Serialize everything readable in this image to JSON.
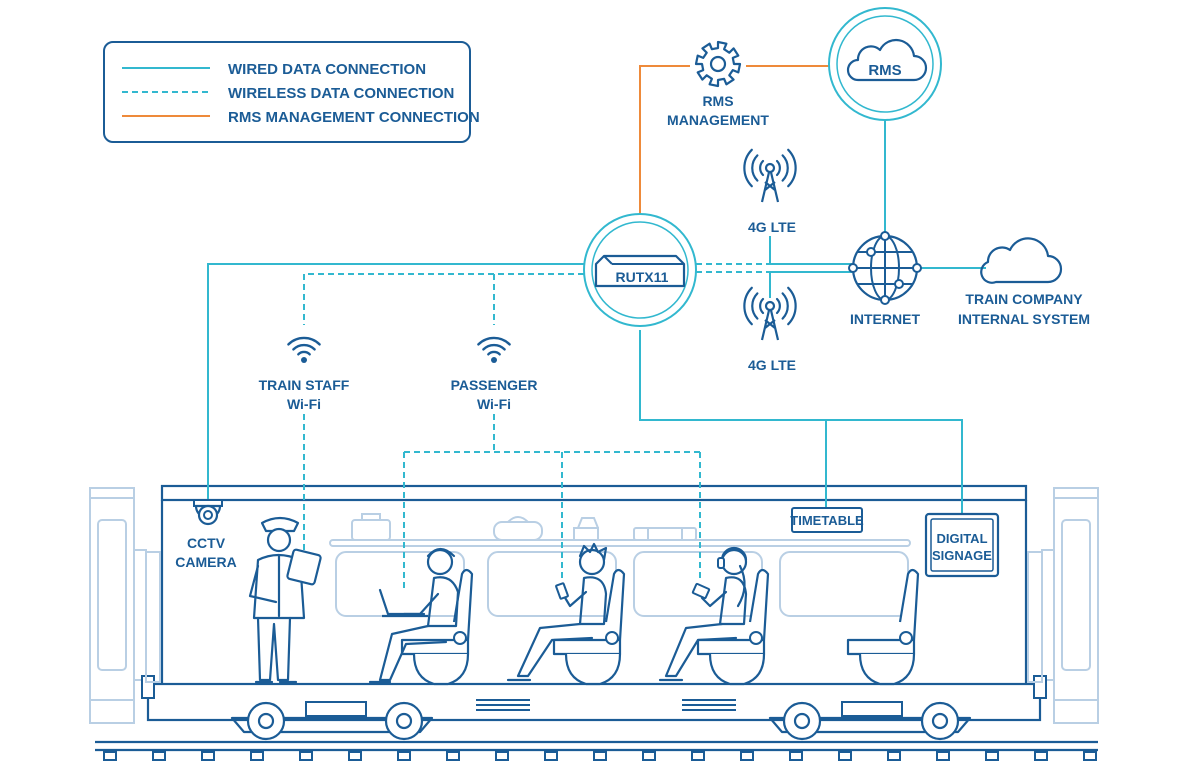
{
  "legend": {
    "items": [
      {
        "label": "WIRED DATA CONNECTION",
        "style": "wired"
      },
      {
        "label": "WIRELESS DATA CONNECTION",
        "style": "wireless"
      },
      {
        "label": "RMS MANAGEMENT CONNECTION",
        "style": "rms"
      }
    ]
  },
  "nodes": {
    "rms": "RMS",
    "rms_management": [
      "RMS",
      "MANAGEMENT"
    ],
    "router": "RUTX11",
    "lte_top": "4G LTE",
    "lte_bottom": "4G LTE",
    "internet": "INTERNET",
    "train_company": [
      "TRAIN COMPANY",
      "INTERNAL SYSTEM"
    ],
    "staff_wifi": [
      "TRAIN STAFF",
      "Wi-Fi"
    ],
    "passenger_wifi": [
      "PASSENGER",
      "Wi-Fi"
    ],
    "cctv": [
      "CCTV",
      "CAMERA"
    ],
    "timetable": "TIMETABLE",
    "digital_signage": [
      "DIGITAL",
      "SIGNAGE"
    ]
  },
  "colors": {
    "primary": "#1b5c96",
    "wired": "#32b8cf",
    "rms": "#ee8a3a",
    "faded": "#b9cfe4"
  },
  "icons": {
    "rms": "cloud-icon",
    "rms_management": "gear-icon",
    "lte": "cell-tower-icon",
    "internet": "globe-icon",
    "train_company": "cloud-icon",
    "wifi": "wifi-icon",
    "cctv": "camera-icon"
  }
}
